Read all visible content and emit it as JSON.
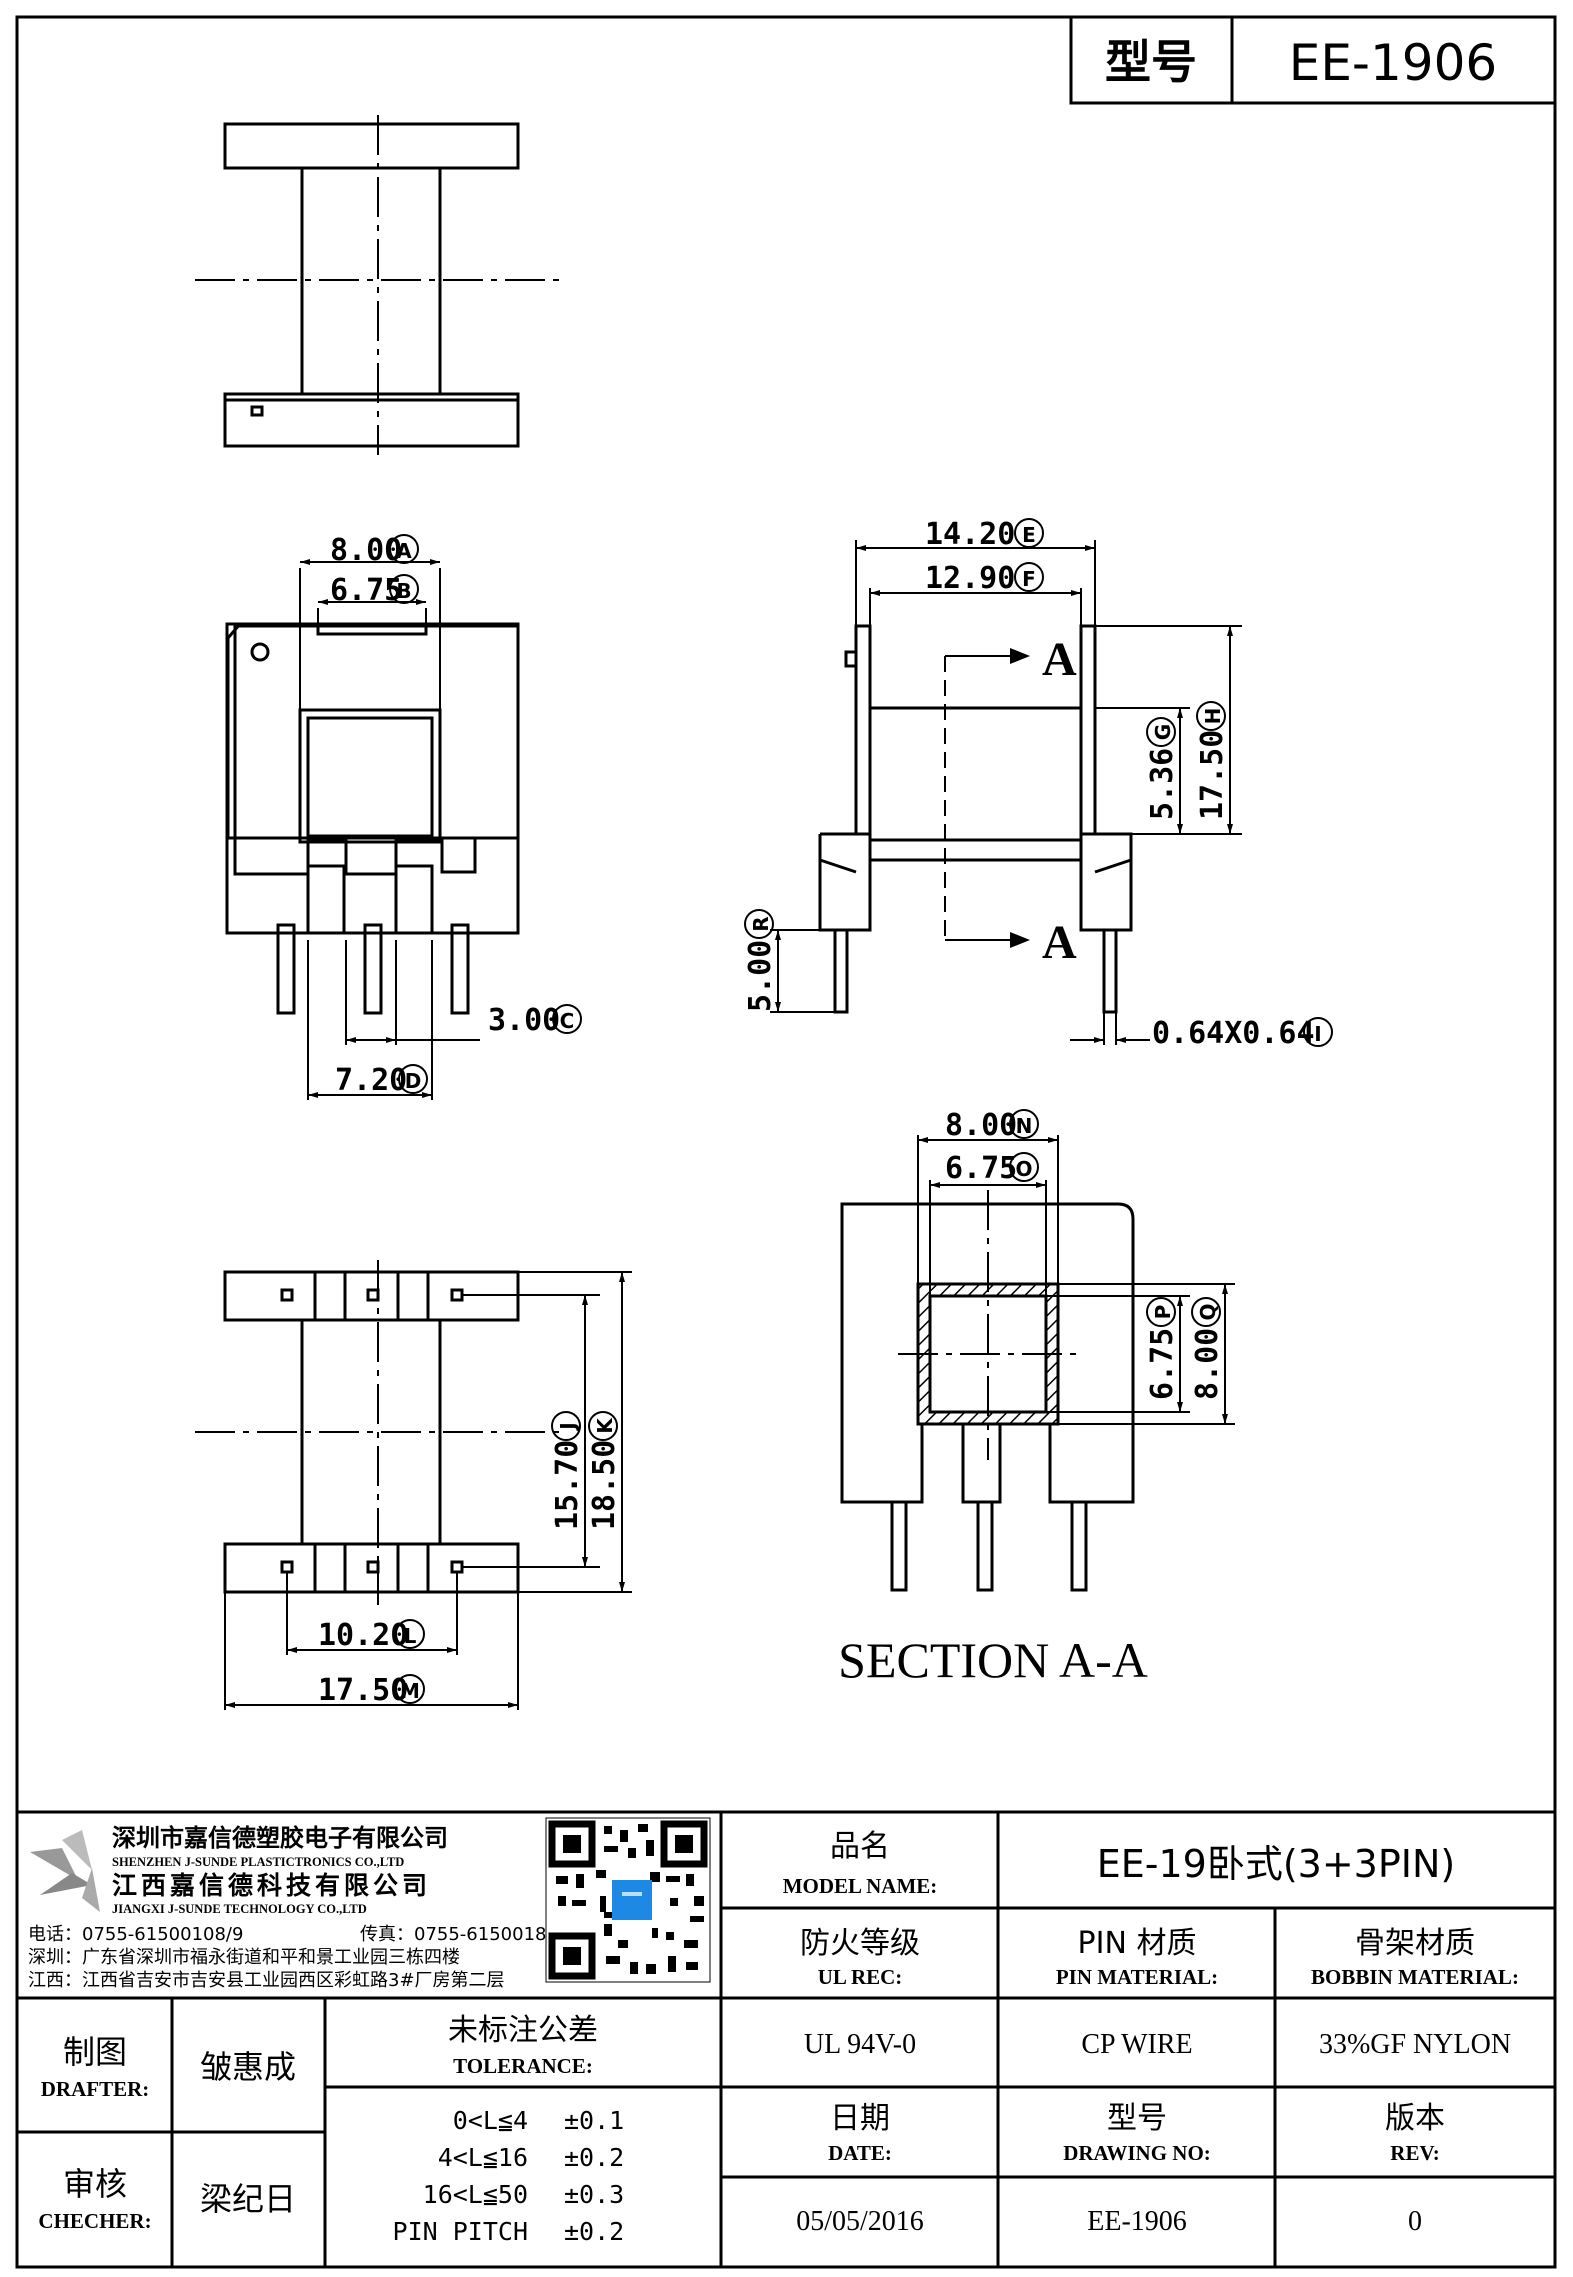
{
  "header": {
    "model_label": "型号",
    "model_value": "EE-1906"
  },
  "dims": {
    "A": {
      "value": "8.00",
      "tag": "A"
    },
    "B": {
      "value": "6.75",
      "tag": "B"
    },
    "C": {
      "value": "3.00",
      "tag": "C"
    },
    "D": {
      "value": "7.20",
      "tag": "D"
    },
    "E": {
      "value": "14.20",
      "tag": "E"
    },
    "F": {
      "value": "12.90",
      "tag": "F"
    },
    "G": {
      "value": "5.36",
      "tag": "G"
    },
    "H": {
      "value": "17.50",
      "tag": "H"
    },
    "I": {
      "value": "0.64X0.64",
      "tag": "I"
    },
    "R": {
      "value": "5.00",
      "tag": "R"
    },
    "J": {
      "value": "15.70",
      "tag": "J"
    },
    "K": {
      "value": "18.50",
      "tag": "K"
    },
    "L": {
      "value": "10.20",
      "tag": "L"
    },
    "M": {
      "value": "17.50",
      "tag": "M"
    },
    "N": {
      "value": "8.00",
      "tag": "N"
    },
    "O": {
      "value": "6.75",
      "tag": "O"
    },
    "P": {
      "value": "6.75",
      "tag": "P"
    },
    "Q": {
      "value": "8.00",
      "tag": "Q"
    }
  },
  "section_marker": "A",
  "section_label": "SECTION A-A",
  "company": {
    "name_sz": "深圳市嘉信德塑胶电子有限公司",
    "name_sz_en": "SHENZHEN J-SUNDE PLASTICTRONICS CO.,LTD",
    "name_jx": "江西嘉信德科技有限公司",
    "name_jx_en": "JIANGXI J-SUNDE TECHNOLOGY CO.,LTD",
    "phone": "电话：0755-61500108/9",
    "fax": "传真：0755-61500185",
    "addr_sz": "深圳：广东省深圳市福永街道和平和景工业园三栋四楼",
    "addr_jx": "江西：江西省吉安市吉安县工业园西区彩虹路3#厂房第二层"
  },
  "title_block": {
    "model_name_cn": "品名",
    "model_name_en": "MODEL NAME:",
    "model_name_value": "EE-19卧式(3+3PIN)",
    "ul_cn": "防火等级",
    "ul_en": "UL REC:",
    "ul_value": "UL 94V-0",
    "pin_cn": "PIN 材质",
    "pin_en": "PIN MATERIAL:",
    "pin_value": "CP WIRE",
    "bobbin_cn": "骨架材质",
    "bobbin_en": "BOBBIN MATERIAL:",
    "bobbin_value": "33%GF NYLON",
    "drafter_cn": "制图",
    "drafter_en": "DRAFTER:",
    "drafter_name": "皱惠成",
    "checker_cn": "审核",
    "checker_en": "CHECHER:",
    "checker_name": "梁纪日",
    "tol_cn": "未标注公差",
    "tol_en": "TOLERANCE:",
    "tolerances": [
      {
        "range": "0<L≦4",
        "value": "±0.1"
      },
      {
        "range": "4<L≦16",
        "value": "±0.2"
      },
      {
        "range": "16<L≦50",
        "value": "±0.3"
      },
      {
        "range": "PIN PITCH",
        "value": "±0.2"
      }
    ],
    "date_cn": "日期",
    "date_en": "DATE:",
    "date_value": "05/05/2016",
    "drawing_cn": "型号",
    "drawing_en": "DRAWING NO:",
    "drawing_value": "EE-1906",
    "rev_cn": "版本",
    "rev_en": "REV:",
    "rev_value": "0"
  }
}
